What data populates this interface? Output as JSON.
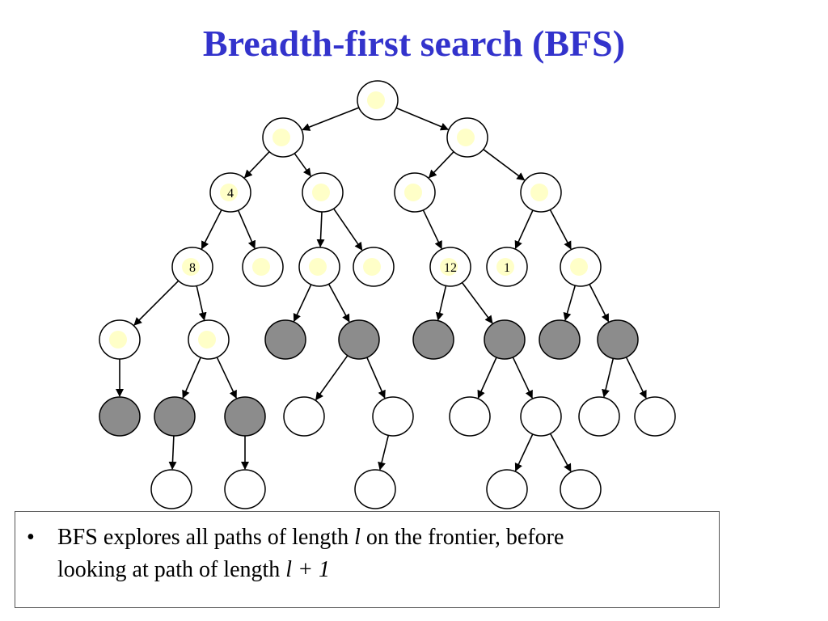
{
  "slide": {
    "title": "Breadth-first search (BFS)"
  },
  "colors": {
    "title": "#3333cc",
    "visited_fill": "#ffffff",
    "visited_highlight": "#ffffc8",
    "frontier_fill": "#8c8c8c",
    "unexplored_fill": "#ffffff",
    "edge": "#000000"
  },
  "tree": {
    "nodes": [
      {
        "id": "n0",
        "state": "visited",
        "label": ""
      },
      {
        "id": "n1",
        "state": "visited",
        "label": ""
      },
      {
        "id": "n2",
        "state": "visited",
        "label": ""
      },
      {
        "id": "n3",
        "state": "visited",
        "label": "4"
      },
      {
        "id": "n4",
        "state": "visited",
        "label": ""
      },
      {
        "id": "n5",
        "state": "visited",
        "label": ""
      },
      {
        "id": "n6",
        "state": "visited",
        "label": ""
      },
      {
        "id": "n7",
        "state": "visited",
        "label": "8"
      },
      {
        "id": "n8",
        "state": "visited",
        "label": ""
      },
      {
        "id": "n9",
        "state": "visited",
        "label": ""
      },
      {
        "id": "n10",
        "state": "visited",
        "label": ""
      },
      {
        "id": "n11",
        "state": "visited",
        "label": "12"
      },
      {
        "id": "n12",
        "state": "visited",
        "label": "1"
      },
      {
        "id": "n13",
        "state": "visited",
        "label": ""
      },
      {
        "id": "n14",
        "state": "visited",
        "label": ""
      },
      {
        "id": "n15",
        "state": "visited",
        "label": ""
      },
      {
        "id": "n16",
        "state": "frontier",
        "label": ""
      },
      {
        "id": "n17",
        "state": "frontier",
        "label": ""
      },
      {
        "id": "n18",
        "state": "frontier",
        "label": ""
      },
      {
        "id": "n19",
        "state": "frontier",
        "label": ""
      },
      {
        "id": "n20",
        "state": "frontier",
        "label": ""
      },
      {
        "id": "n21",
        "state": "frontier",
        "label": ""
      },
      {
        "id": "n22",
        "state": "frontier",
        "label": ""
      },
      {
        "id": "n23",
        "state": "frontier",
        "label": ""
      },
      {
        "id": "n24",
        "state": "frontier",
        "label": ""
      },
      {
        "id": "n25",
        "state": "unexplored",
        "label": ""
      },
      {
        "id": "n26",
        "state": "unexplored",
        "label": ""
      },
      {
        "id": "n27",
        "state": "unexplored",
        "label": ""
      },
      {
        "id": "n28",
        "state": "unexplored",
        "label": ""
      },
      {
        "id": "n29",
        "state": "unexplored",
        "label": ""
      },
      {
        "id": "n30",
        "state": "unexplored",
        "label": ""
      },
      {
        "id": "n31",
        "state": "unexplored",
        "label": ""
      },
      {
        "id": "n32",
        "state": "unexplored",
        "label": ""
      },
      {
        "id": "n33",
        "state": "unexplored",
        "label": ""
      },
      {
        "id": "n34",
        "state": "unexplored",
        "label": ""
      },
      {
        "id": "n35",
        "state": "unexplored",
        "label": ""
      }
    ],
    "edges": [
      [
        "n0",
        "n1"
      ],
      [
        "n0",
        "n2"
      ],
      [
        "n1",
        "n3"
      ],
      [
        "n1",
        "n4"
      ],
      [
        "n2",
        "n5"
      ],
      [
        "n2",
        "n6"
      ],
      [
        "n3",
        "n7"
      ],
      [
        "n3",
        "n8"
      ],
      [
        "n4",
        "n9"
      ],
      [
        "n4",
        "n10"
      ],
      [
        "n5",
        "n11"
      ],
      [
        "n6",
        "n12"
      ],
      [
        "n6",
        "n13"
      ],
      [
        "n7",
        "n14"
      ],
      [
        "n7",
        "n15"
      ],
      [
        "n9",
        "n17"
      ],
      [
        "n9",
        "n18"
      ],
      [
        "n11",
        "n19"
      ],
      [
        "n11",
        "n20"
      ],
      [
        "n13",
        "n21"
      ],
      [
        "n13",
        "n22"
      ],
      [
        "n14",
        "n16"
      ],
      [
        "n15",
        "n23"
      ],
      [
        "n15",
        "n24"
      ],
      [
        "n18",
        "n25"
      ],
      [
        "n18",
        "n26"
      ],
      [
        "n20",
        "n27"
      ],
      [
        "n20",
        "n28"
      ],
      [
        "n22",
        "n29"
      ],
      [
        "n22",
        "n30"
      ],
      [
        "n23",
        "n31"
      ],
      [
        "n24",
        "n32"
      ],
      [
        "n26",
        "n33"
      ],
      [
        "n28",
        "n34"
      ],
      [
        "n28",
        "n35"
      ]
    ]
  },
  "bullet": {
    "marker": "•",
    "line1_pre": "BFS explores all paths of length ",
    "line1_var": "l",
    "line1_post": " on the frontier, before",
    "line2_pre": "looking at path of length ",
    "line2_var": "l + 1"
  }
}
